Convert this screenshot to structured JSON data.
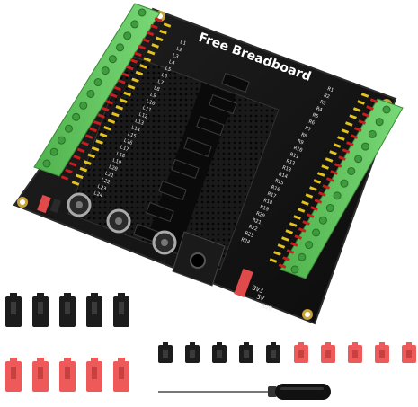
{
  "product": {
    "board_title": "Free Breadboard",
    "row_label_prefix_left": "L",
    "row_label_prefix_right": "R",
    "left_row_count": 24,
    "right_row_count": 24,
    "power_labels": [
      "3V3",
      "5V",
      "5V0"
    ]
  },
  "accessories": {
    "black_large_jumpers": 5,
    "red_large_jumpers": 5,
    "black_small_jumpers": 5,
    "red_small_jumpers": 5,
    "tool": "screwdriver"
  },
  "colors": {
    "pcb": "#141414",
    "terminal_green": "#5cc45a",
    "header_yellow": "#e3c21d",
    "header_red": "#c81e1e",
    "jumper_red": "#ee5a5a",
    "jumper_black": "#1c1c1c"
  }
}
